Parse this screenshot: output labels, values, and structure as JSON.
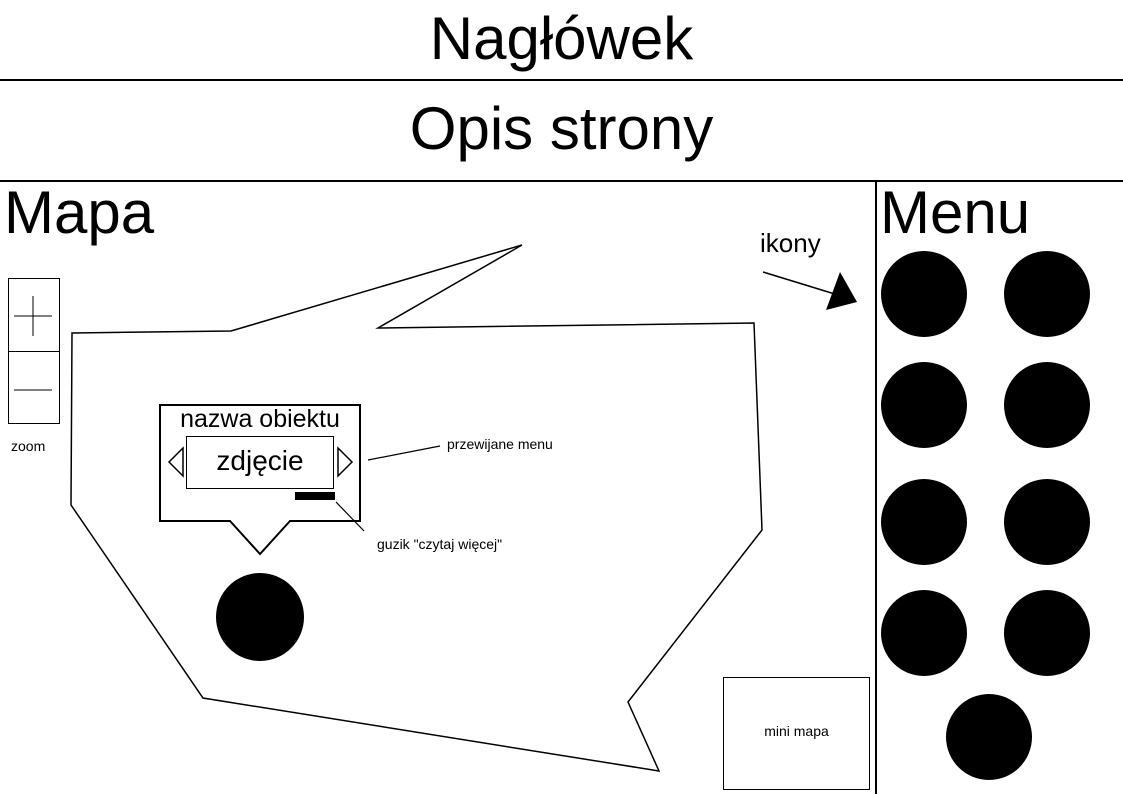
{
  "header": {
    "title": "Nagłówek"
  },
  "description": {
    "text": "Opis strony"
  },
  "map": {
    "label": "Mapa",
    "zoom_label": "zoom",
    "popup": {
      "object_name": "nazwa obiektu",
      "photo_label": "zdjęcie"
    },
    "annotations": {
      "scroll_menu": "przewijane menu",
      "read_more_button": "guzik \"czytaj więcej\""
    },
    "mini_map_label": "mini mapa"
  },
  "menu": {
    "label": "Menu",
    "icons_annotation": "ikony",
    "icon_count": 9
  },
  "colors": {
    "ink": "#000000",
    "background": "#ffffff"
  }
}
